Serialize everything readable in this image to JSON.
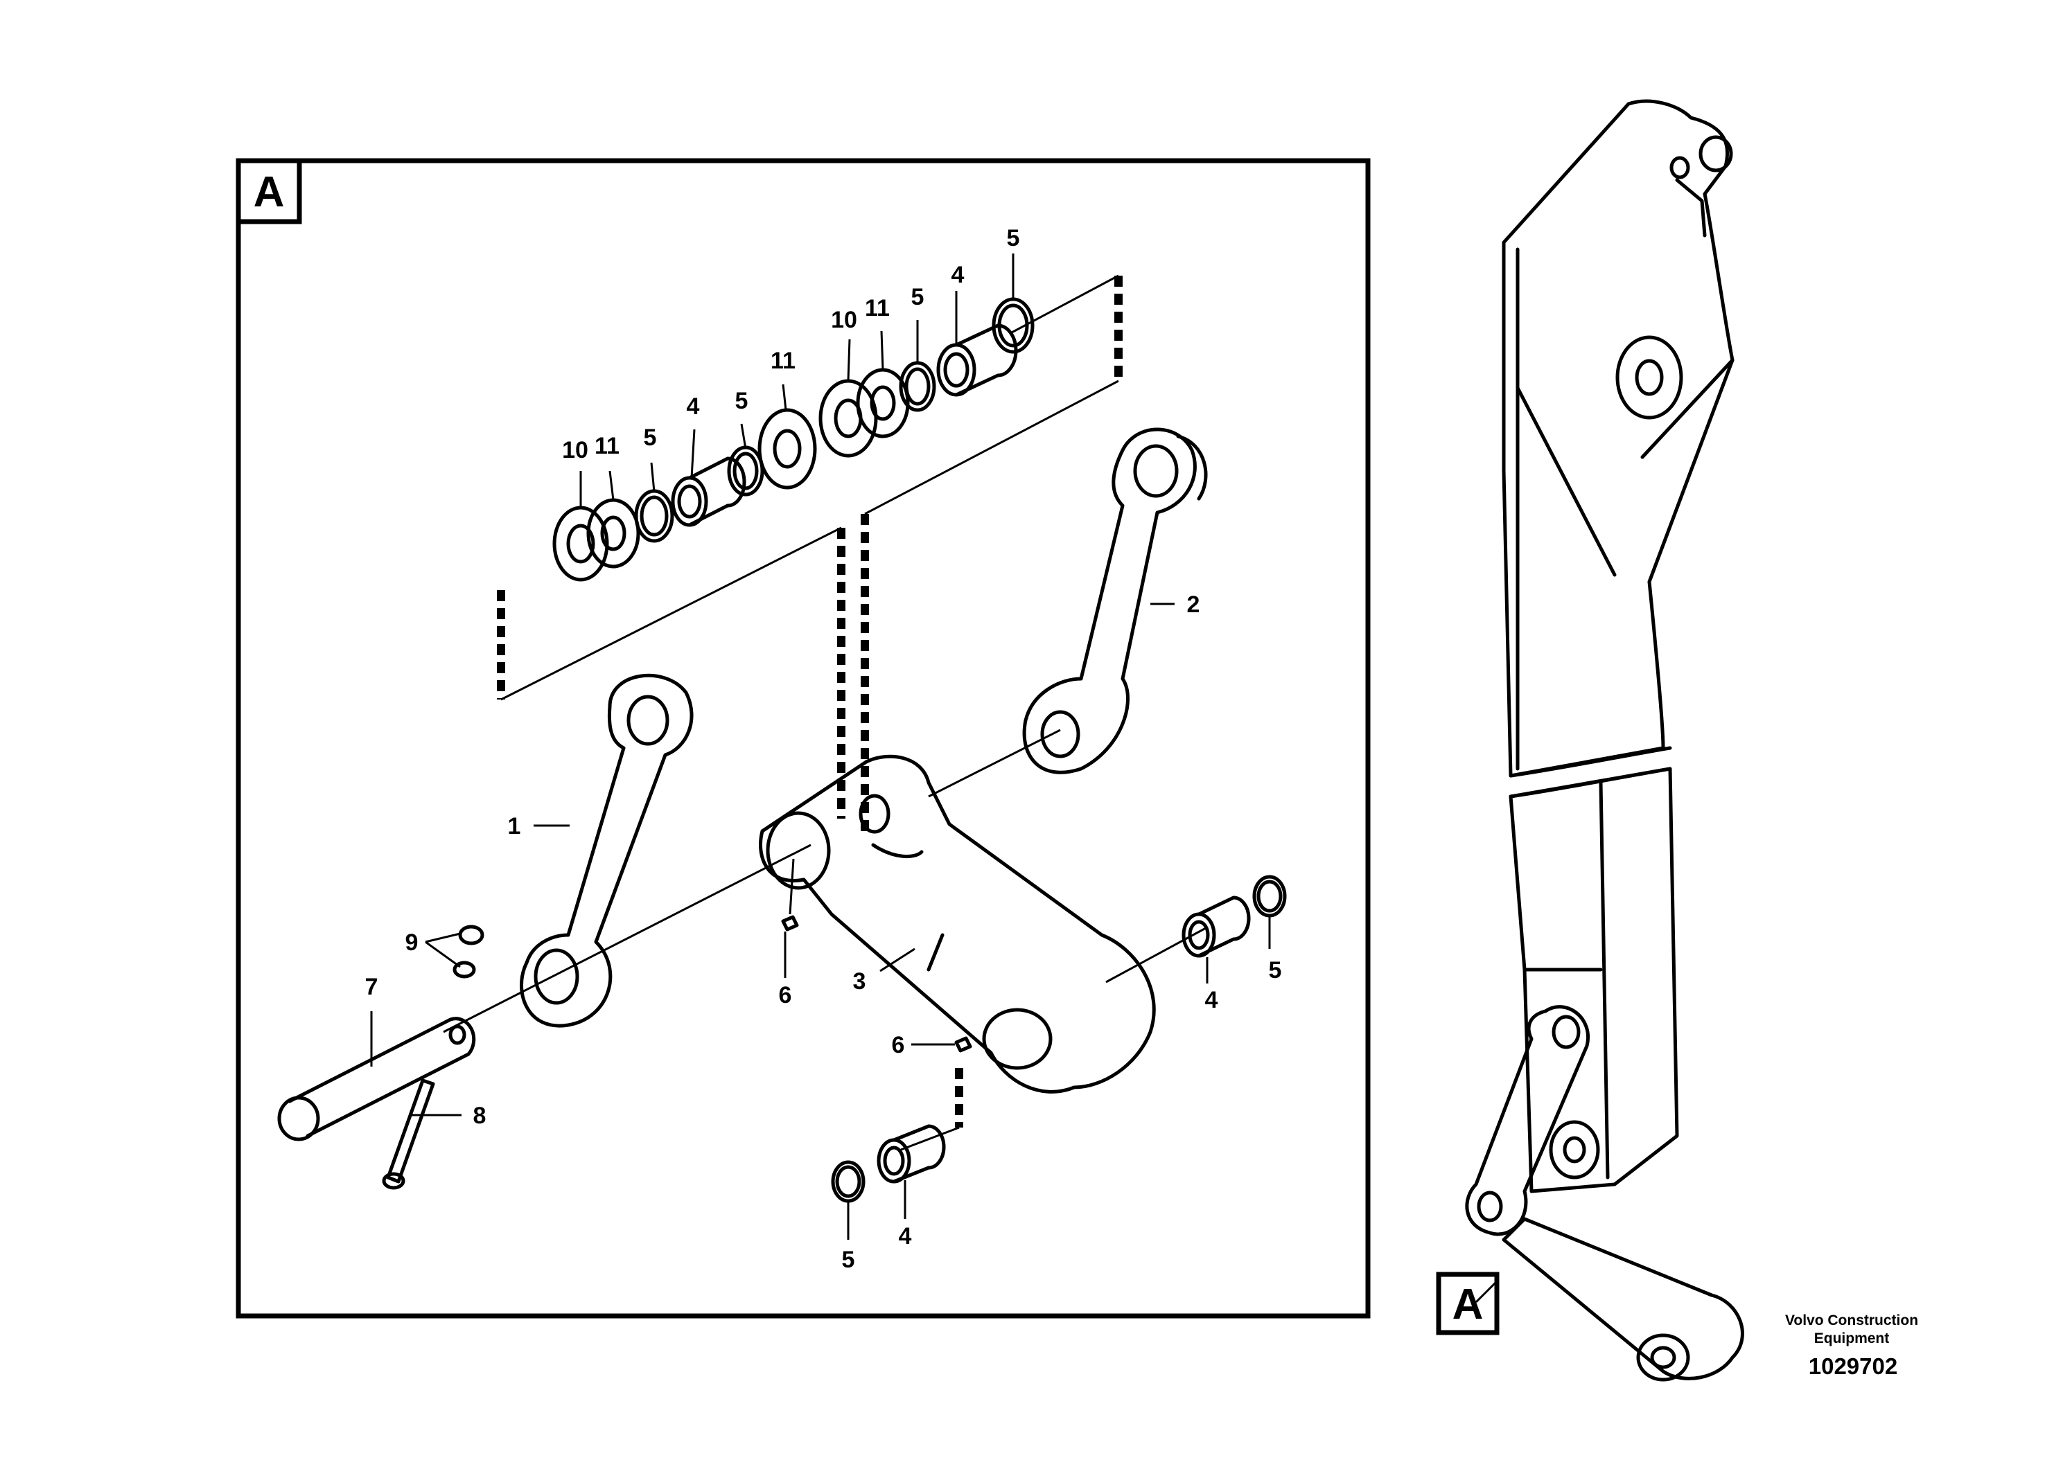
{
  "detail_view": {
    "box_label": "A",
    "callouts": {
      "p1": "1",
      "p2": "2",
      "p3": "3",
      "p4a": "4",
      "p4b": "4",
      "p4c": "4",
      "p4d": "4",
      "p5a": "5",
      "p5b": "5",
      "p5c": "5",
      "p5d": "5",
      "p5e": "5",
      "p5f": "5",
      "p6a": "6",
      "p6b": "6",
      "p7": "7",
      "p8": "8",
      "p9": "9",
      "p10a": "10",
      "p10b": "10",
      "p11a": "11",
      "p11b": "11",
      "p11c": "11"
    }
  },
  "overview": {
    "box_label": "A"
  },
  "footer": {
    "manufacturer_line1": "Volvo Construction",
    "manufacturer_line2": "Equipment",
    "drawing_number": "1029702"
  },
  "icons": [
    "bushing",
    "ring-seal",
    "washer",
    "pin",
    "bolt",
    "grease-nipple",
    "link-arm",
    "h-link"
  ]
}
